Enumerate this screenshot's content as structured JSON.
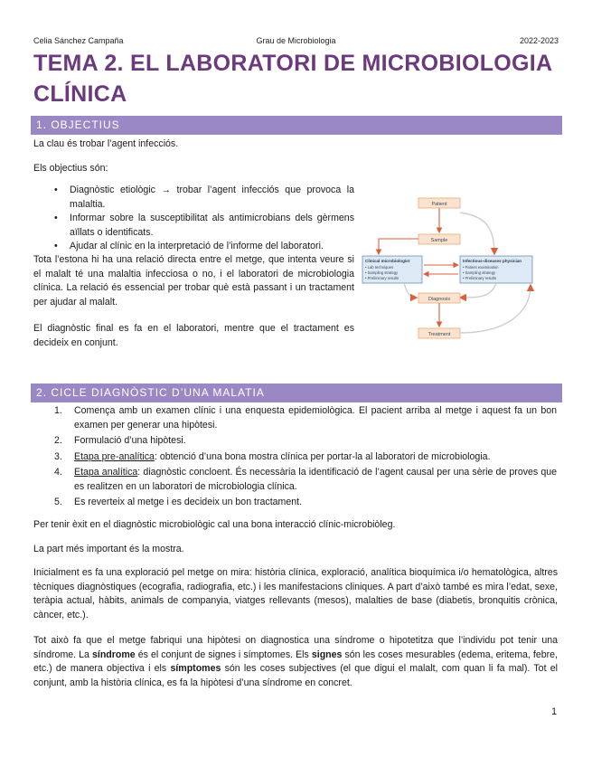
{
  "header": {
    "author": "Celia Sánchez Campaña",
    "course": "Grau de Microbiologia",
    "year": "2022-2023"
  },
  "title": "TEMA 2. EL LABORATORI DE MICROBIOLOGIA CLÍNICA",
  "section1": {
    "heading": "1. OBJECTIUS",
    "p1": "La clau és trobar l’agent infecciós.",
    "p2": "Els objectius són:",
    "bullets": [
      "Diagnòstic etiològic → trobar l’agent infecciós que provoca la malaltia.",
      "Informar sobre la susceptibilitat als antimicrobians dels gèrmens aïllats o identificats.",
      "Ajudar al clínic en la interpretació de l’informe del laboratori."
    ],
    "p3": "Tota l’estona hi ha una relació directa entre el metge, que intenta veure si el malalt té una malaltia infecciosa o no, i el laboratori de microbiologia clínica. La relació és essencial per trobar què està passant i un tractament per ajudar al malalt.",
    "p4": "El diagnòstic final es fa en el laboratori, mentre que el tractament es decideix en conjunt."
  },
  "diagram": {
    "patient": "Patient",
    "sample": "Sample",
    "clinical_title": "Clinical microbiologist",
    "clinical_items": [
      "• Lab techniques",
      "• Sampling strategy",
      "• Preliminary results"
    ],
    "physician_title": "Infectious-diseases physician",
    "physician_items": [
      "• Patient examination",
      "• Sampling strategy",
      "• Preliminary results"
    ],
    "diagnosis": "Diagnosis",
    "treatment": "Treatment",
    "colors": {
      "arrow": "#d9603b",
      "box_fill": "#fbe3cf",
      "box_stroke": "#e8a77a",
      "center_fill": "#dde9f4",
      "center_stroke": "#6f8fb5",
      "text": "#3a4a5c"
    }
  },
  "section2": {
    "heading": "2. CICLE DIAGNÒSTIC D’UNA MALATIA",
    "steps": [
      {
        "num": "1.",
        "label": "",
        "text": "Comença amb un examen clínic i una enquesta epidemiològica. El pacient arriba al metge i aquest fa un bon examen per generar una hipòtesi."
      },
      {
        "num": "2.",
        "label": "",
        "text": "Formulació d’una hipòtesi."
      },
      {
        "num": "3.",
        "label": "Etapa pre-analítica",
        "text": ": obtenció d’una bona mostra clínica per portar-la al laboratori de microbiologia."
      },
      {
        "num": "4.",
        "label": "Etapa analítica",
        "text": ": diagnòstic concloent. És necessària la identificació de l’agent causal per una sèrie de proves que es realitzen en un laboratori de microbiologia clínica."
      },
      {
        "num": "5.",
        "label": "",
        "text": "Es reverteix al metge i es decideix un bon tractament."
      }
    ],
    "p1": "Per tenir èxit en el diagnòstic microbiològic cal una bona interacció clínic-microbiòleg.",
    "p2": "La part més important és la mostra.",
    "p3": "Inicialment es fa una exploració pel metge on mira: història clínica, exploració, analítica bioquímica i/o hematològica, altres tècniques diagnòstiques (ecografia, radiografia, etc.) i les manifestacions cliniques. A part d’això també es mira l’edat, sexe, teràpia actual, hàbits, animals de companyia, viatges rellevants (mesos), malalties de base (diabetis, bronquitis crònica, càncer, etc.).",
    "p4": {
      "a": "Tot això fa que el metge fabriqui una hipòtesi on diagnostica una síndrome o hipotetitza que l’individu pot tenir una síndrome. La ",
      "b": "síndrome",
      "c": " és el conjunt de signes i símptomes. Els ",
      "d": "signes",
      "e": " són les coses mesurables (edema, eritema, febre, etc.) de manera objectiva i els ",
      "f": "símptomes",
      "g": " són les coses subjectives (el que digui el malalt, com quan li fa mal). Tot el conjunt, amb la història clínica, es fa la hipòtesi d’una síndrome en concret."
    }
  },
  "page_number": "1"
}
